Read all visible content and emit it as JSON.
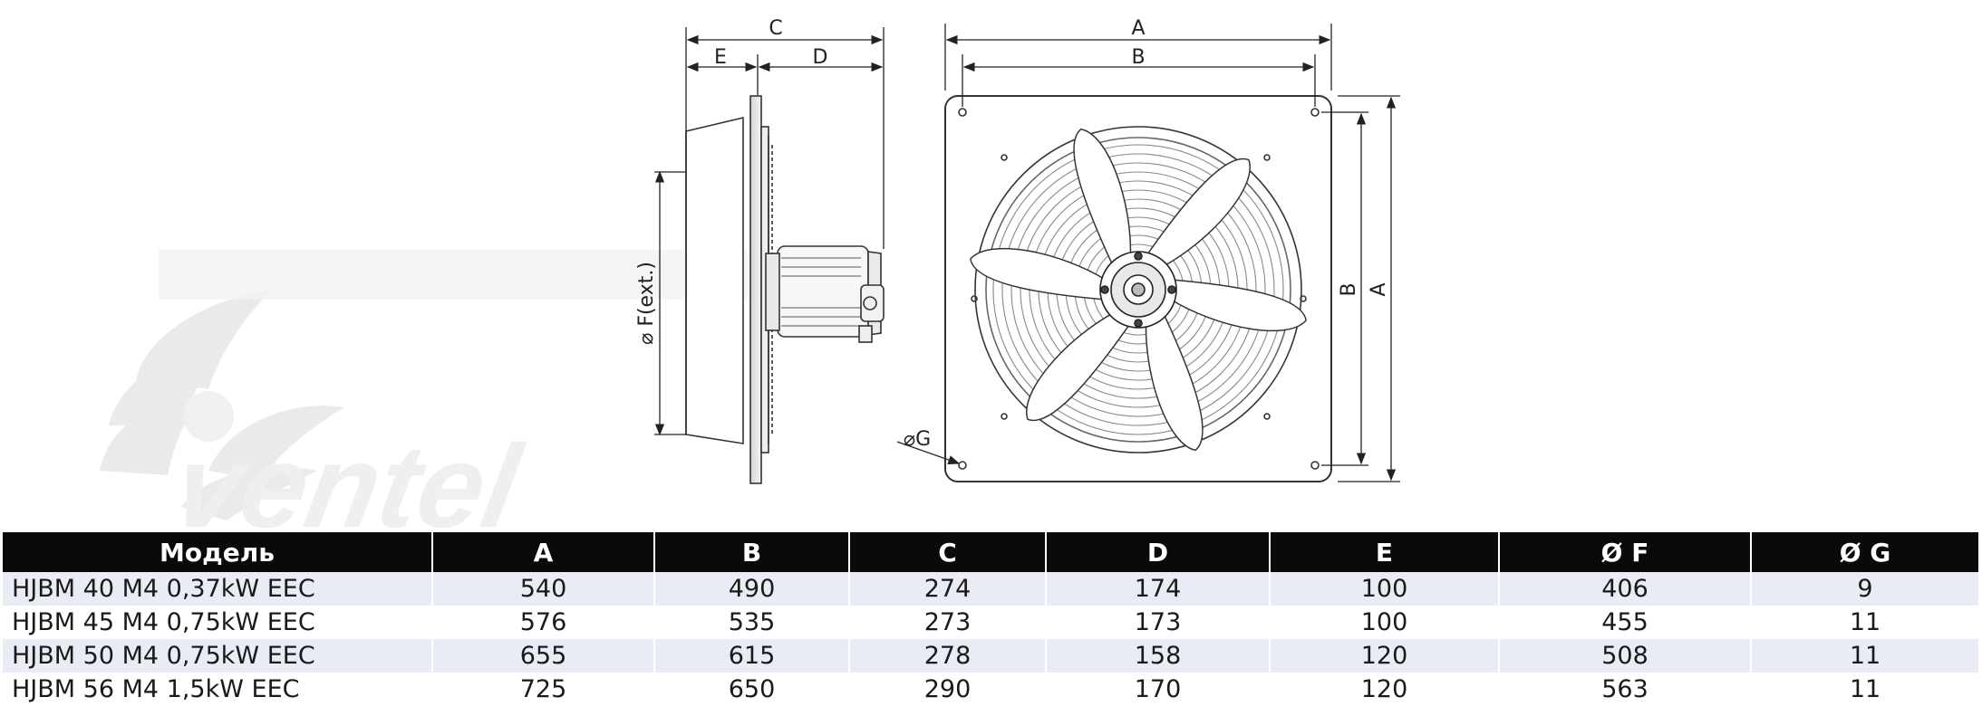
{
  "watermark": {
    "text": "ventel"
  },
  "drawing": {
    "side_view": {
      "label_c": "C",
      "label_e": "E",
      "label_d": "D",
      "label_f": "⌀ F(ext.)"
    },
    "front_view": {
      "label_a_top": "A",
      "label_b_top": "B",
      "label_b_right": "B",
      "label_a_right": "A",
      "label_g": "⌀G"
    }
  },
  "table": {
    "headers": [
      "Модель",
      "A",
      "B",
      "C",
      "D",
      "E",
      "Ø F",
      "Ø G"
    ],
    "rows": [
      [
        "HJBM 40 M4 0,37kW EEC",
        "540",
        "490",
        "274",
        "174",
        "100",
        "406",
        "9"
      ],
      [
        "HJBM 45 M4 0,75kW EEC",
        "576",
        "535",
        "273",
        "173",
        "100",
        "455",
        "11"
      ],
      [
        "HJBM 50 M4 0,75kW EEC",
        "655",
        "615",
        "278",
        "158",
        "120",
        "508",
        "11"
      ],
      [
        "HJBM 56 M4 1,5kW EEC",
        "725",
        "650",
        "290",
        "170",
        "120",
        "563",
        "11"
      ]
    ]
  }
}
